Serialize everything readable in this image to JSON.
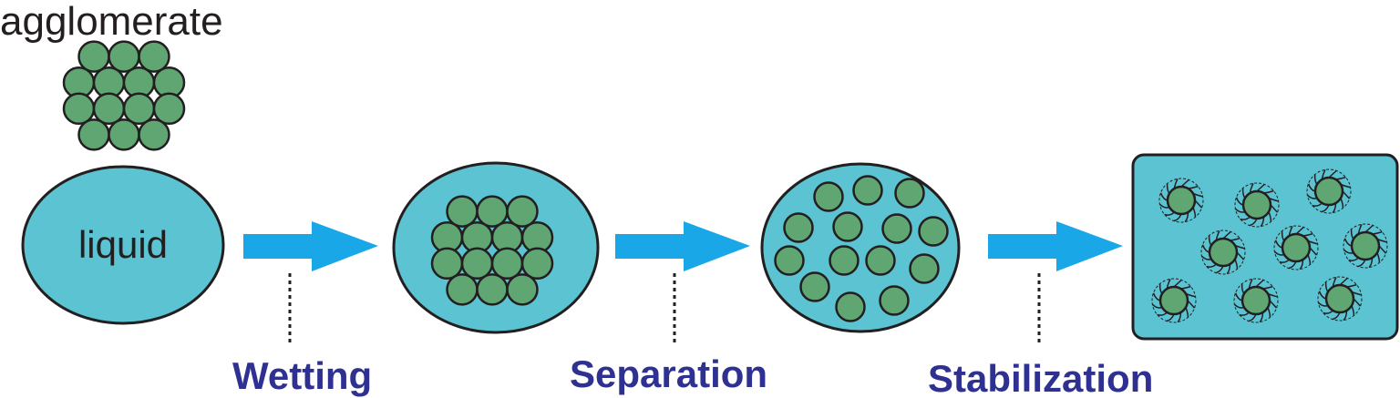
{
  "labels": {
    "agglomerate": "agglomerate",
    "liquid": "liquid"
  },
  "steps": [
    {
      "label": "Wetting"
    },
    {
      "label": "Separation"
    },
    {
      "label": "Stabilization"
    }
  ],
  "colors": {
    "particle": "#5fa673",
    "liquid": "#5bc3d1",
    "arrow": "#1aa7e7",
    "outline": "#231f20",
    "step_text": "#2e3192",
    "dark_text": "#231f20"
  },
  "icons": {
    "particle": "particle-icon",
    "stabilized_particle": "stabilized-particle-icon",
    "arrow": "process-arrow-icon"
  }
}
